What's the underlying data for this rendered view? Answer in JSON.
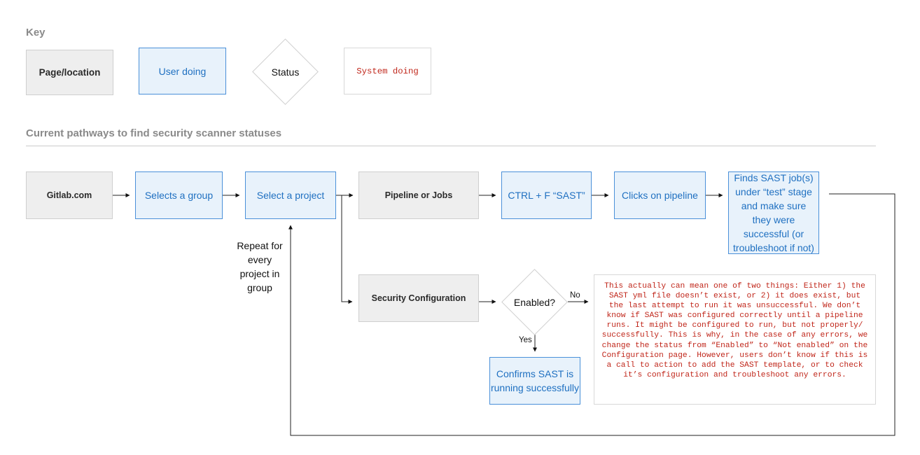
{
  "key": {
    "title": "Key",
    "page_location": "Page/location",
    "user_doing": "User doing",
    "status": "Status",
    "system_doing": "System doing"
  },
  "pathways": {
    "title": "Current pathways to find security scanner statuses"
  },
  "nodes": {
    "gitlab": "Gitlab.com",
    "select_group": "Selects a group",
    "select_project": "Select a project",
    "pipeline_jobs": "Pipeline or Jobs",
    "ctrl_f": "CTRL + F “SAST”",
    "clicks_pipeline": "Clicks on pipeline",
    "find_sast": "Finds SAST job(s) under “test” stage and make sure they were successful (or troubleshoot if not)",
    "security_configuration": "Security Configuration",
    "enabled": "Enabled?",
    "confirms_sast": "Confirms SAST is running successfully",
    "repeat": "Repeat for every project in group",
    "no_label": "No",
    "yes_label": "Yes",
    "system_note": "This actually can mean one of two things: Either 1) the SAST yml file doesn’t exist, or 2) it does exist, but the last attempt to run it was unsuccessful. We don’t know if SAST was configured correctly until a pipeline runs. It might be configured to run, but not properly/ successfully. This is why, in the case of any errors, we change the status from “Enabled” to “Not enabled” on the Configuration page. However, users don’t know if this is a call to action to add the SAST template, or to check it’s configuration and troubleshoot any errors."
  },
  "colors": {
    "page_fill": "#eeeeee",
    "user_fill": "#e8f2fb",
    "user_border": "#4a90d9",
    "user_text": "#1f70c1",
    "system_text": "#c0261a",
    "heading_text": "#8a8a8a"
  }
}
